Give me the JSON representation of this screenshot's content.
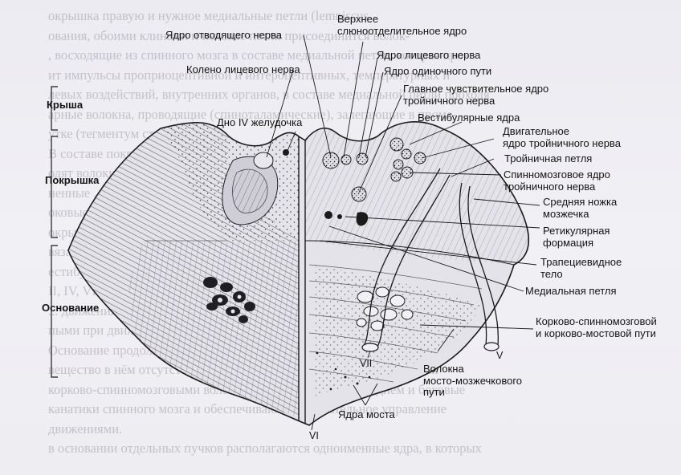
{
  "background_text": [
    "окрышка правую и нужное медиальные петли (lemniscus",
    "ования, обоими клинами и нежные петли присоединится волок-",
    ", восходящие из спинного мозга в составе медиальной петли, которая про-",
    "ит импульсы проприоцептивной и интероцептивных, температурных и",
    "левых воздействий, внутренних органов, в составе медиальной петли проходя",
    "арные волокна, проводящие (спиноталамические), залегающие в проме-",
    "утке (тегментум ствола ...)).",
    "В составе покрышки проходящих волокон в ... ядро моста про-",
    "одят волокна и ... путь ... спинной мозг, ... ножке и",
    "ненные ... другие ... путь ... от ... ядер ... медиальные и",
    "оковые ... спиномозжечковые ... Ядро ... и ... в",
    "окрышке ... медиальный ... продольный ... пучок",
    "вязанный ... ядра ... спинной ... мозг",
    "естибулярные ... ядра ... и ... глазодвигательных ... нервы",
    "II, IV, VI пары ... ядро ... ядра ... спинного ... вблизи ... при",
    "... движения ... головы ... поворо-",
    "пыми при движении головы ...",
    "Основание продолговатого моста развиты в зависимости. Серое",
    "вещество в нём отсутствует, остальное продольными двигательными",
    "корково-спинномозговыми волокнами проходящими в среднем и боковые",
    "канатики спинного мозга и обеспечивающие сознательное управление",
    "движениями.",
    "в основании отдельных пучков располагаются одноименные ядра, в которых"
  ],
  "labels": {
    "krysha": "Крыша",
    "pokryshka": "Покрышка",
    "osnovanie": "Основание",
    "yadro_otvodyashchego": "Ядро отводящего нерва",
    "verhnee_sliunootdelitelnoe": [
      "Верхнее",
      "слюноотделительное ядро"
    ],
    "yadro_litsevogo": "Ядро лицевого нерва",
    "yadro_odinochnogo": "Ядро одиночного пути",
    "koleno_litsevogo": "Колено лицевого нерва",
    "glavnoe_chuvstvitelnoe": [
      "Главное чувствительное ядро",
      "тройничного нерва"
    ],
    "dno_iv": "Дно IV желудочка",
    "vestibulyarnye": "Вестибулярные ядра",
    "dvigatelnoe_yadro": [
      "Двигательное",
      "ядро тройничного нерва"
    ],
    "troynichnaya_petlya": "Тройничная петля",
    "spinnomozgovoe_yadro": [
      "Спинномозговое ядро",
      "тройничного нерва"
    ],
    "srednyaya_nozhka": [
      "Средняя ножка",
      "мозжечка"
    ],
    "retikulyarnaya": [
      "Ретикулярная",
      "формация"
    ],
    "trapetsievidnoe": [
      "Трапециевидное",
      "тело"
    ],
    "medialnaya_petlya": "Медиальная петля",
    "korkovo_spinnomozgovoy": [
      "Корково-спинномозговой",
      "и корково-мостовой пути"
    ],
    "volokna_mosto": [
      "Волокна",
      "мосто-мозжечкового",
      "пути"
    ],
    "yadra_mosta": "Ядра моста",
    "nerve_VII": "VII",
    "nerve_V": "V",
    "nerve_VI": "VI"
  },
  "colors": {
    "ink": "#1a1a1a",
    "paper": "#f1f0f5",
    "tissue_fill": "#d9d8df",
    "tissue_dark": "#8a8890"
  }
}
